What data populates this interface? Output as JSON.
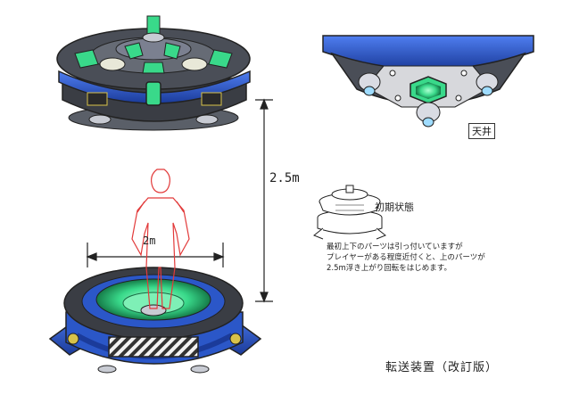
{
  "annotations": {
    "height_dim": "2.5m",
    "width_dim": "2m",
    "ceiling_label": "天井",
    "initial_state_label": "初期状態",
    "description_lines": [
      "最初上下のパーツは引っ付いていますが",
      "プレイヤーがある程度近付くと、上のパーツが",
      "2.5m浮き上がり回転をはじめます。"
    ],
    "title": "転送装置（改訂版）"
  },
  "colors": {
    "body_dark": "#3a3d44",
    "rim_blue": "#2b57c8",
    "accent_green": "#39d98a",
    "figure_outline": "#e23a3a",
    "line": "#222222"
  }
}
